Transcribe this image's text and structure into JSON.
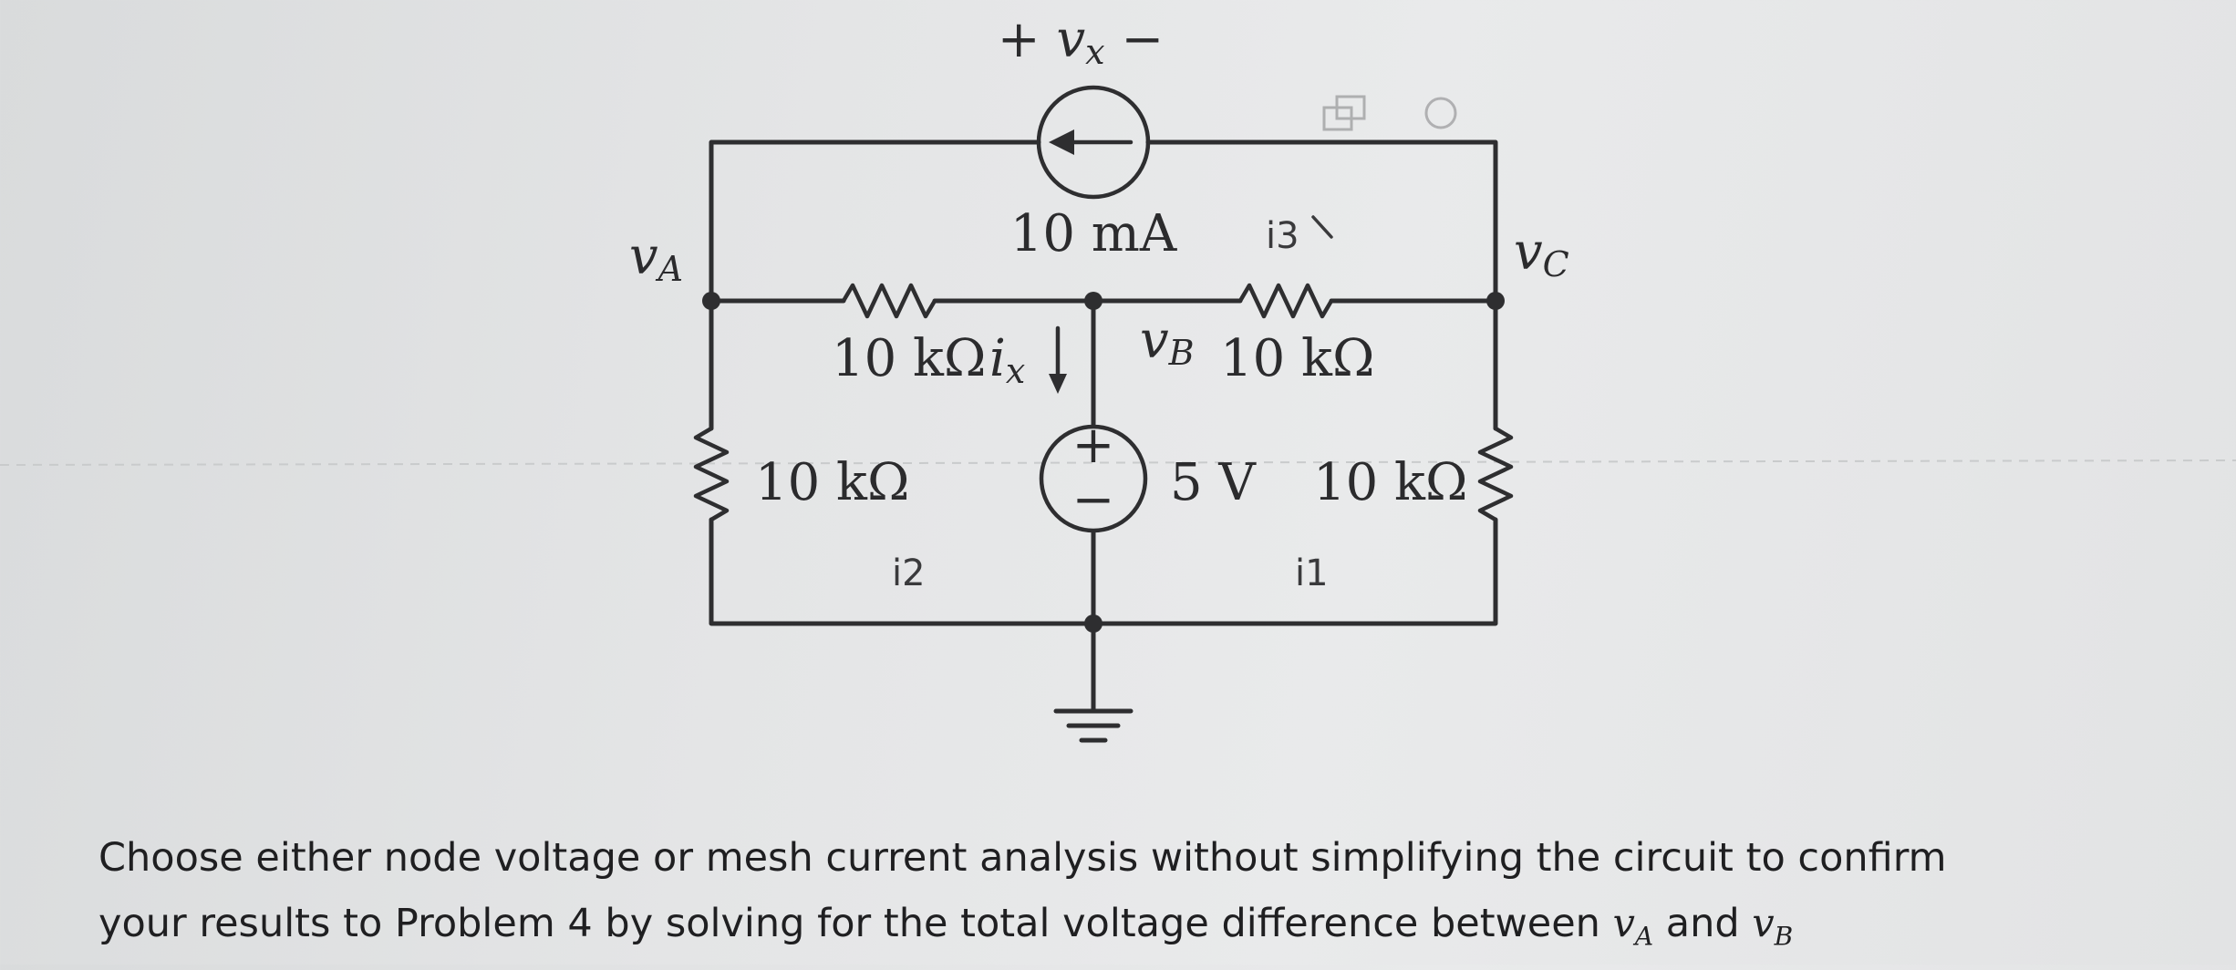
{
  "circuit": {
    "node_labels": {
      "vA": {
        "symbol": "v",
        "sub": "A"
      },
      "vB": {
        "symbol": "v",
        "sub": "B"
      },
      "vC": {
        "symbol": "v",
        "sub": "C"
      }
    },
    "current_source": {
      "value": "10 mA"
    },
    "vx_label": {
      "plus": "+",
      "symbol": "v",
      "sub": "x",
      "minus": "−"
    },
    "ix_label": {
      "symbol": "i",
      "sub": "x"
    },
    "resistors": {
      "top_left": "10 kΩ",
      "top_right": "10 kΩ",
      "left": "10 kΩ",
      "right": "10 kΩ"
    },
    "voltage_source": {
      "value": "5 V",
      "plus": "+",
      "minus": "−"
    },
    "handwritten": {
      "i3": "i3",
      "i2": "i2",
      "i1": "i1"
    }
  },
  "prompt": {
    "line1": "Choose either node voltage or mesh current analysis without simplifying the circuit to confirm",
    "line2_pre": "your results to Problem 4 by solving for the total voltage difference between ",
    "v_a": {
      "symbol": "v",
      "sub": "A"
    },
    "and": " and ",
    "v_b": {
      "symbol": "v",
      "sub": "B"
    }
  }
}
